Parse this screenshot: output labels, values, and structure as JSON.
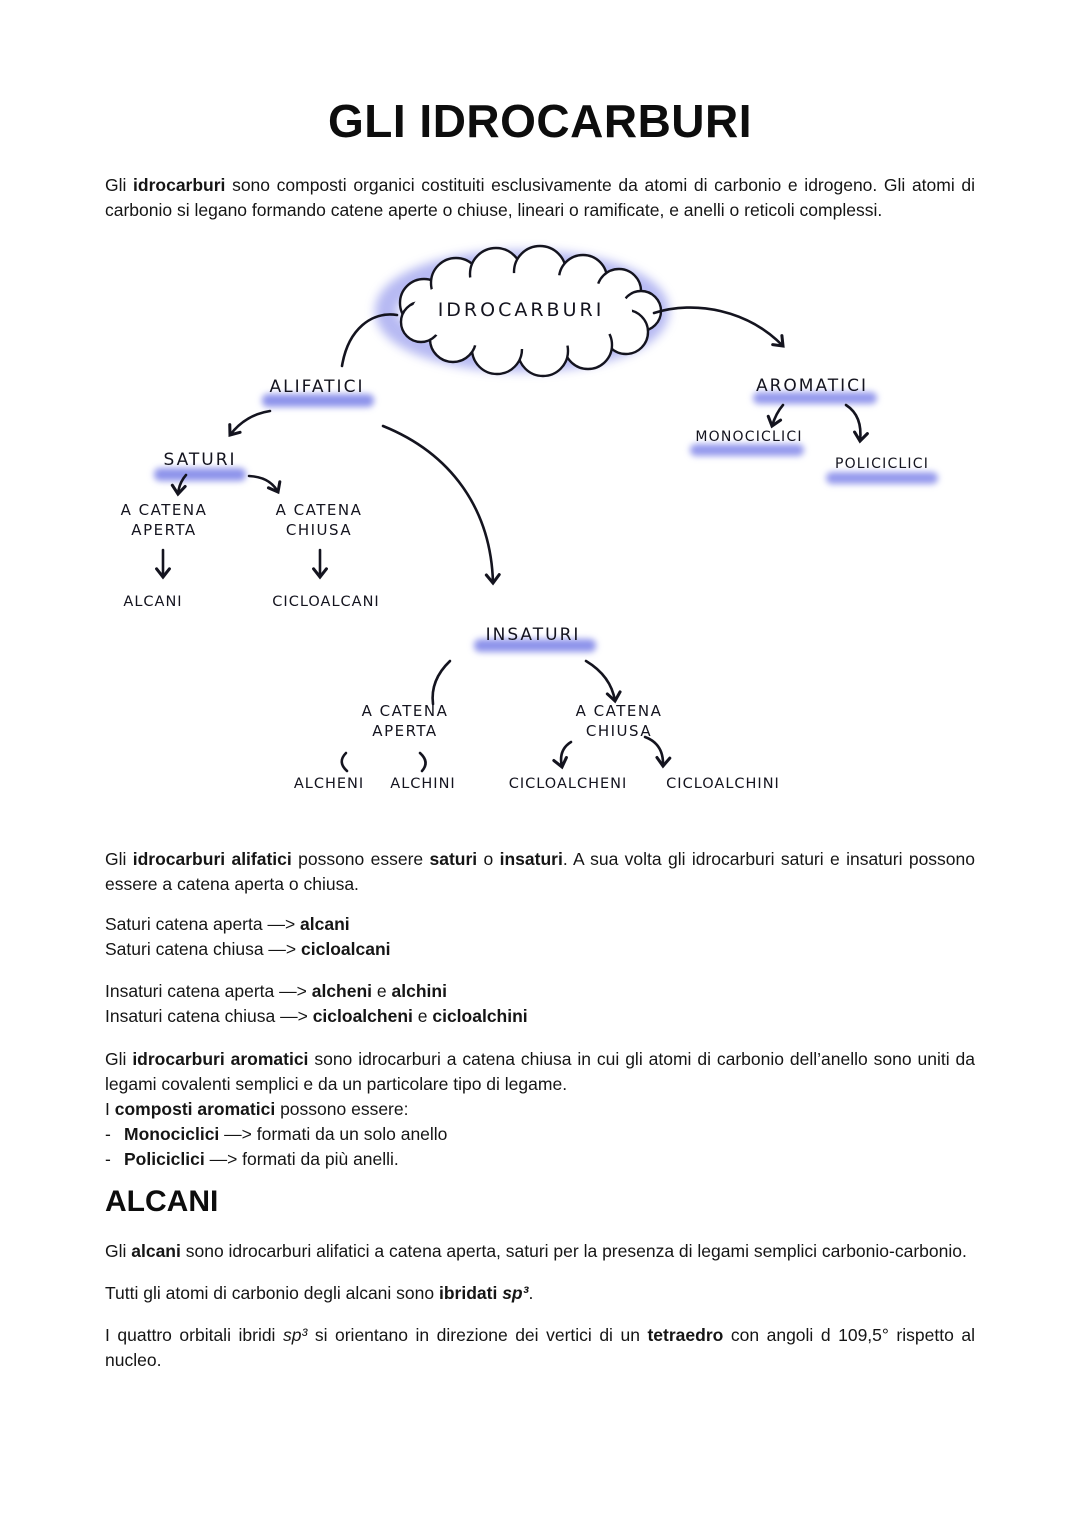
{
  "page": {
    "title": "GLI IDROCARBURI"
  },
  "intro": {
    "s1": "Gli ",
    "b1": "idrocarburi",
    "s2": " sono composti organici costituiti esclusivamente da atomi di carbonio e idrogeno. Gli atomi di carbonio si legano formando catene aperte o chiuse, lineari o ramificate, e anelli o reticoli complessi."
  },
  "diagram": {
    "highlight_color": "#7a80e8",
    "ink_color": "#14141f",
    "root": "IDROCARBURI",
    "alifatici": "ALIFATICI",
    "aromatici": "AROMATICI",
    "monociclici": "MONOCICLICI",
    "policiclici": "POLICICLICI",
    "saturi": "SATURI",
    "insaturi": "INSATURI",
    "catena_aperta_saturi": "A CATENA\nAPERTA",
    "catena_chiusa_saturi": "A CATENA\nCHIUSA",
    "alcani": "ALCANI",
    "cicloalcani": "CICLOALCANI",
    "catena_aperta_insaturi": "A CATENA\nAPERTA",
    "catena_chiusa_insaturi": "A CATENA\nCHIUSA",
    "alcheni": "ALCHENI",
    "alchini": "ALCHINI",
    "cicloalcheni": "CICLOALCHENI",
    "cicloalchini": "CICLOALCHINI"
  },
  "alifatici_section": {
    "p1": {
      "s1": "Gli ",
      "b1": "idrocarburi alifatici",
      "s2": " possono essere ",
      "b2": "saturi",
      "s3": " o ",
      "b3": "insaturi",
      "s4": ". A sua volta gli idrocarburi saturi e insaturi possono essere a catena aperta o chiusa."
    },
    "saturi_aperta": {
      "s1": "Saturi catena aperta —> ",
      "b1": "alcani"
    },
    "saturi_chiusa": {
      "s1": "Saturi catena chiusa —> ",
      "b1": "cicloalcani"
    },
    "insaturi_aperta": {
      "s1": "Insaturi catena aperta —> ",
      "b1": "alcheni",
      "s2": " e ",
      "b2": "alchini"
    },
    "insaturi_chiusa": {
      "s1": "Insaturi catena chiusa —> ",
      "b1": "cicloalcheni",
      "s2": " e ",
      "b2": "cicloalchini"
    }
  },
  "aromatici_section": {
    "p1": {
      "s1": "Gli ",
      "b1": "idrocarburi aromatici",
      "s2": " sono idrocarburi a catena chiusa in cui gli atomi di carbonio dell’anello sono uniti da legami covalenti semplici e da un particolare tipo di legame."
    },
    "p2": {
      "s1": "I ",
      "b1": "composti aromatici",
      "s2": " possono essere:"
    },
    "bullets": [
      {
        "marker": "-",
        "b1": "Monociclici",
        "s1": " —> formati da un solo anello"
      },
      {
        "marker": "-",
        "b1": "Policiclici",
        "s1": " —> formati da più anelli."
      }
    ]
  },
  "alcani_section": {
    "heading": "ALCANI",
    "p1": {
      "s1": "Gli ",
      "b1": "alcani",
      "s2": " sono idrocarburi alifatici a catena aperta, saturi per la presenza di legami semplici carbonio-carbonio."
    },
    "p2": {
      "s1": "Tutti gli atomi di carbonio degli alcani sono ",
      "b1": "ibridati ",
      "bi1": "sp³",
      "s2": "."
    },
    "p3": {
      "s1": "I quattro orbitali ibridi ",
      "i1": "sp³",
      "s2": " si orientano in direzione dei vertici di un ",
      "b1": "tetraedro",
      "s3": " con angoli d 109,5° rispetto al nucleo."
    }
  }
}
